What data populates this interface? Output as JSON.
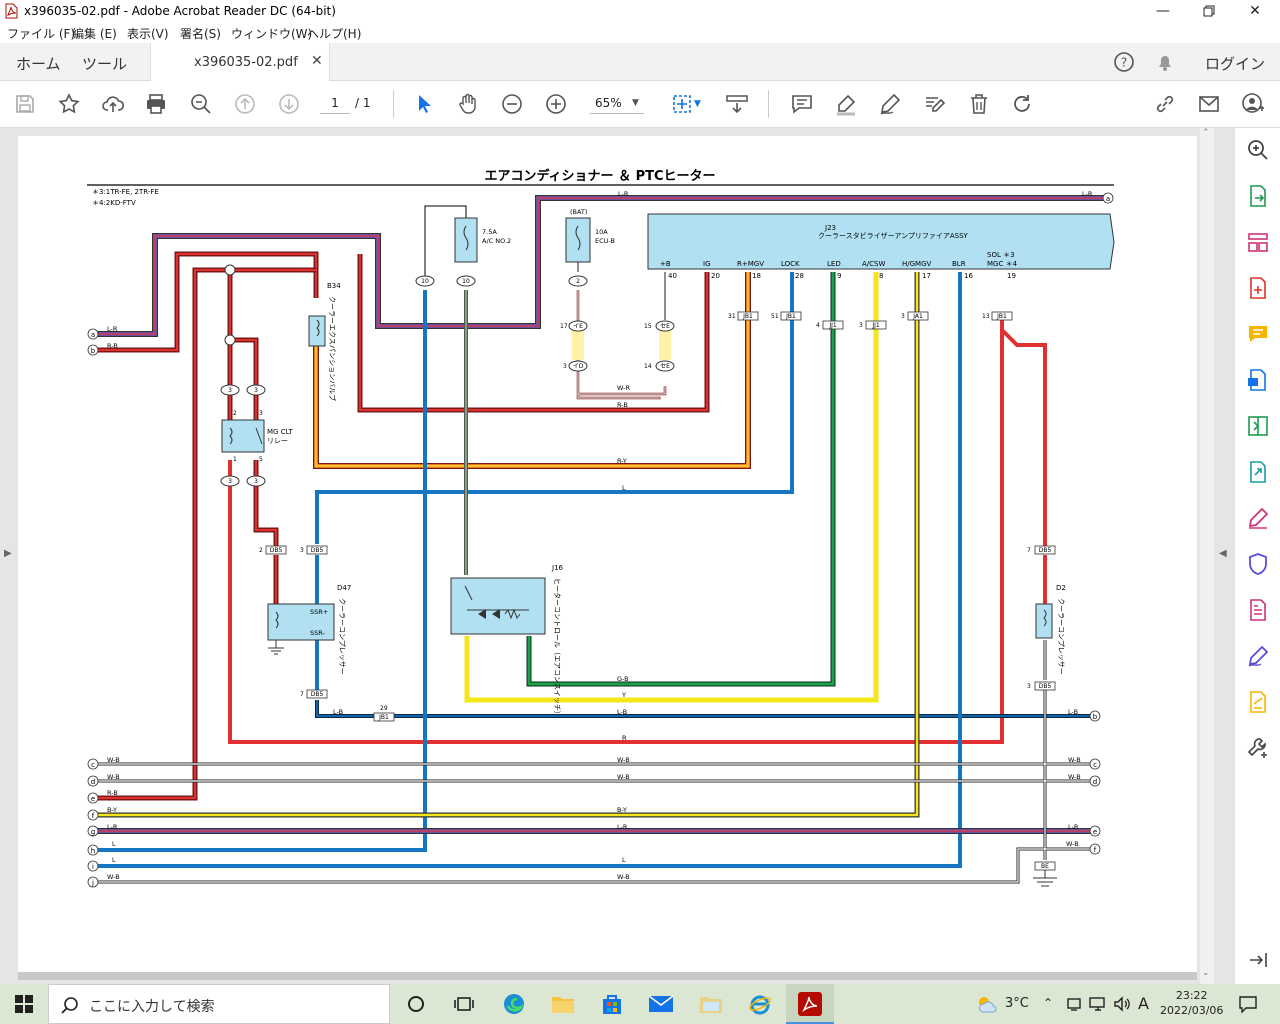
{
  "window": {
    "title": "x396035-02.pdf - Adobe Acrobat Reader DC (64-bit)"
  },
  "menu": [
    "ファイル (F)",
    "編集 (E)",
    "表示(V)",
    "署名(S)",
    "ウィンドウ(W)",
    "ヘルプ(H)"
  ],
  "tabs": {
    "home": "ホーム",
    "tools": "ツール",
    "document": "x396035-02.pdf"
  },
  "header": {
    "login": "ログイン"
  },
  "toolbar": {
    "page_current": "1",
    "page_total": "/ 1",
    "zoom": "65%"
  },
  "diagram": {
    "title": "エアコンディショナー ＆ PTCヒーター",
    "notes": [
      "＊3:1TR-FE, 2TR-FE",
      "＊4:2KD-FTV"
    ],
    "ecu": {
      "code": "J23",
      "name": "クーラースタビライザーアンプリファイアASSY",
      "pins": [
        {
          "name": "+B",
          "num": "40"
        },
        {
          "name": "IG",
          "num": "20"
        },
        {
          "name": "R+MGV",
          "num": "18"
        },
        {
          "name": "LOCK",
          "num": "28"
        },
        {
          "name": "LED",
          "num": "9"
        },
        {
          "name": "A/CSW",
          "num": "8"
        },
        {
          "name": "H/GMGV",
          "num": "17"
        },
        {
          "name": "BLR",
          "num": "16"
        },
        {
          "name": "SOL ＊3",
          "num": "19"
        },
        {
          "name": "MGC ＊4",
          "num": ""
        }
      ]
    },
    "fuse1": {
      "rating": "7.5A",
      "name": "A/C NO.2"
    },
    "fuse2": {
      "tag": "(BAT)",
      "rating": "10A",
      "name": "ECU-B"
    },
    "relay": {
      "name": "MG CLT",
      "sub": "リレー"
    },
    "b34": {
      "code": "B34",
      "name": "クーラーエクスパンションバルブ"
    },
    "d47": {
      "code": "D47",
      "name": "クーラーコンプレッサー",
      "p1": "SSR+",
      "p2": "SSR-"
    },
    "j16": {
      "code": "J16",
      "name": "ヒーターコントロール（エアコンスイッチ）"
    },
    "d2": {
      "code": "D2",
      "name": "クーラーコンプレッサー"
    },
    "connectors": [
      "JB1",
      "JB1",
      "JJ1",
      "JJ1",
      "JA1",
      "JB1",
      "DB5",
      "DB5",
      "DB5",
      "DB5",
      "DB5",
      "BE",
      "JB1",
      "イE",
      "イD",
      "セE",
      "セE"
    ],
    "wire_labels": [
      "L-R",
      "R-B",
      "R-Y",
      "L",
      "G-B",
      "Y",
      "B-Y",
      "W-R",
      "W-B",
      "R",
      "L-B"
    ],
    "terminals": [
      "a",
      "b",
      "c",
      "d",
      "e",
      "f",
      "g",
      "h",
      "i",
      "j"
    ]
  },
  "right_panel_icons": [
    "zoom-icon",
    "export-pdf-icon",
    "organize-icon",
    "create-pdf-icon",
    "comment-icon",
    "convert-icon",
    "compress-icon",
    "share-icon",
    "fill-sign-icon",
    "protect-icon",
    "edit-pdf-icon",
    "sign-icon",
    "request-sign-icon",
    "more-tools-icon"
  ],
  "taskbar": {
    "search_placeholder": "ここに入力して検索",
    "weather": "3°C",
    "ime": "A",
    "time": "23:22",
    "date": "2022/03/06"
  },
  "colors": {
    "accent": "#1473e6",
    "taskbar": "#dbe7d3",
    "acrobat_red": "#b30b00"
  }
}
